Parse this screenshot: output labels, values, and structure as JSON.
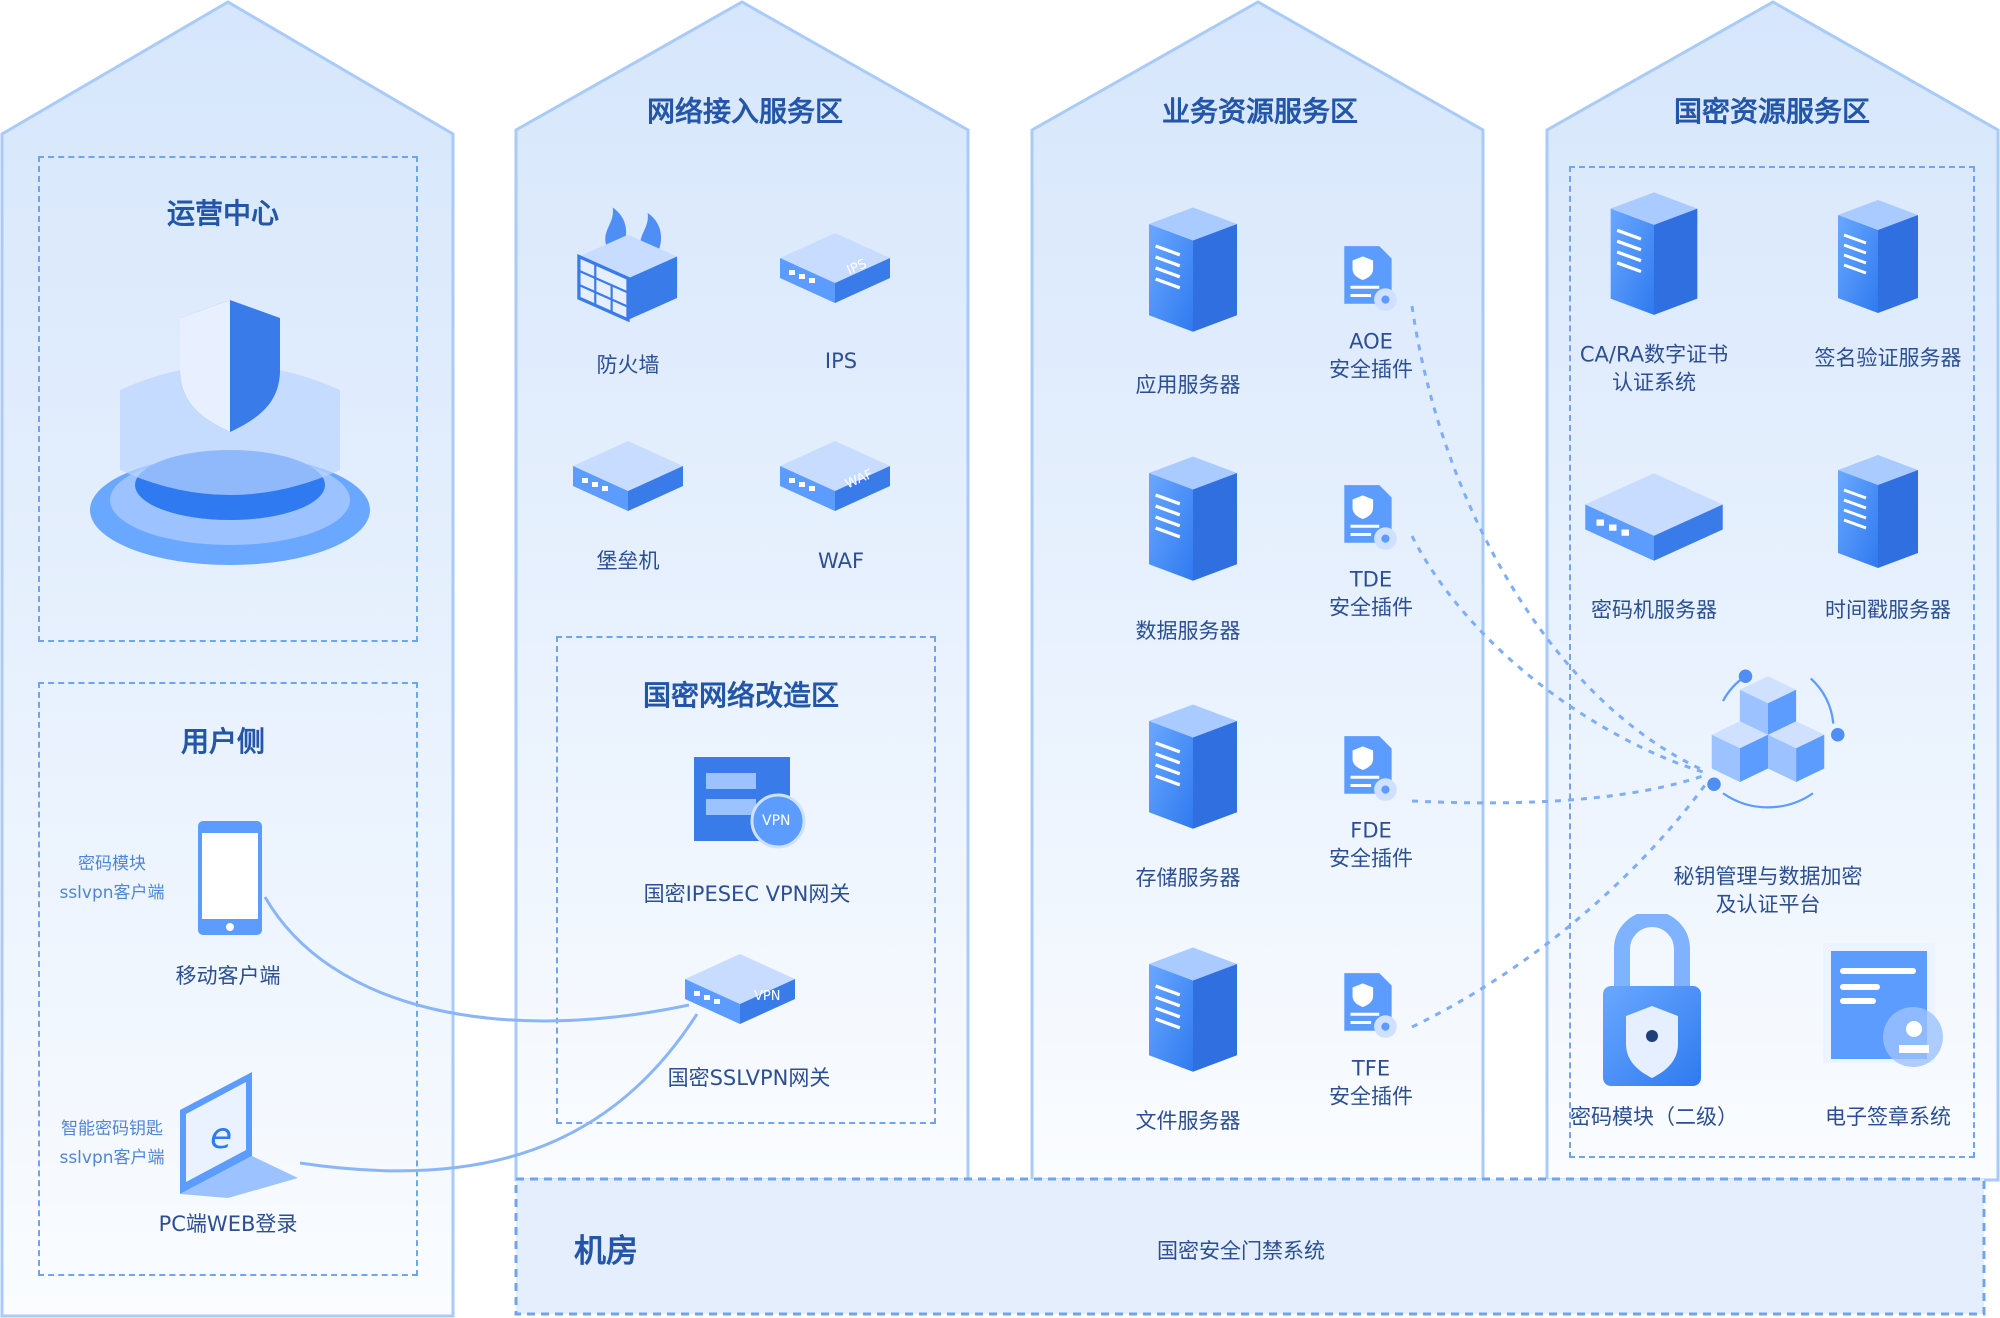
{
  "zones": {
    "ops": {
      "title": "运营中心"
    },
    "user": {
      "title": "用户侧",
      "mobile_note": [
        "密码模块",
        "sslvpn客户端"
      ],
      "mobile_label": "移动客户端",
      "pc_note": [
        "智能密码钥匙",
        "sslvpn客户端"
      ],
      "pc_label": "PC端WEB登录"
    },
    "access": {
      "title": "网络接入服务区",
      "items": [
        "防火墙",
        "IPS",
        "堡垒机",
        "WAF"
      ],
      "sub": {
        "title": "国密网络改造区",
        "items": [
          "国密IPESEC VPN网关",
          "国密SSLVPN网关"
        ]
      }
    },
    "business": {
      "title": "业务资源服务区",
      "servers": [
        "应用服务器",
        "数据服务器",
        "存储服务器",
        "文件服务器"
      ],
      "plugins": [
        {
          "name": "AOE",
          "label": "安全插件"
        },
        {
          "name": "TDE",
          "label": "安全插件"
        },
        {
          "name": "FDE",
          "label": "安全插件"
        },
        {
          "name": "TFE",
          "label": "安全插件"
        }
      ]
    },
    "crypto": {
      "title": "国密资源服务区",
      "ca": [
        "CA/RA数字证书",
        "认证系统"
      ],
      "sign": "签名验证服务器",
      "cipher": "密码机服务器",
      "timestamp": "时间戳服务器",
      "platform": [
        "秘钥管理与数据加密",
        "及认证平台"
      ],
      "module": "密码模块（二级）",
      "seal": "电子签章系统"
    },
    "room": {
      "title": "机房",
      "item": "国密安全门禁系统"
    }
  },
  "icon_labels": {
    "ips": "IPS",
    "waf": "WAF",
    "vpn": "VPN"
  },
  "colors": {
    "accent": "#3d86f5",
    "border": "#a8cbf7",
    "text": "#2b4f92"
  }
}
